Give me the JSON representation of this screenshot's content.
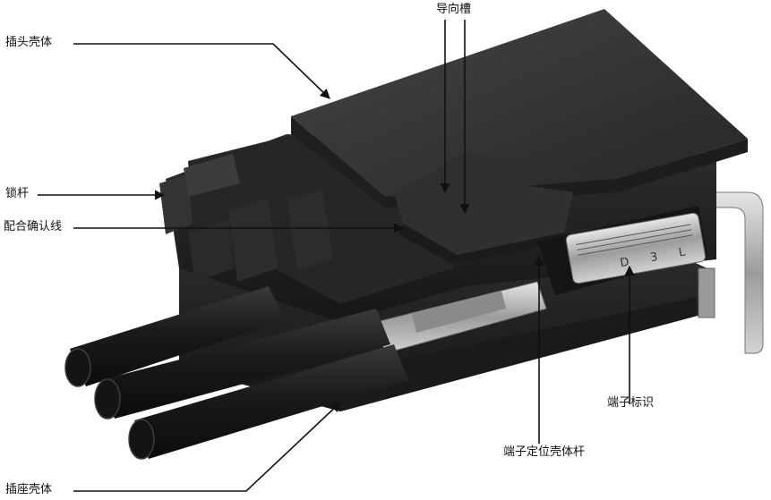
{
  "labels": {
    "plug_housing": "插头壳体",
    "guide_slot": "导向槽",
    "lock_lever": "锁杆",
    "mating_confirm_line": "配合确认线",
    "terminal_mark": "端子标识",
    "terminal_position_lever": "端子定位壳体杆",
    "socket_housing": "插座壳体"
  },
  "terminal_print": "D 3 L",
  "colors": {
    "housing_dark": "#2b2b2b",
    "housing_top": "#3a3a3a",
    "cable": "#1c1c1c",
    "metal": "#b9b9b9",
    "leader_line": "#111111",
    "background": "#ffffff"
  }
}
